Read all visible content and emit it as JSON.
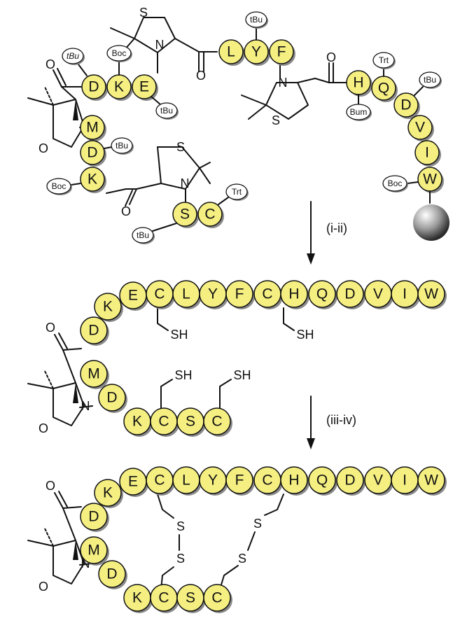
{
  "colors": {
    "residue_fill": "#f5ef82",
    "residue_stroke": "#111111",
    "residue_shadow": "#8a8a8a",
    "pg_fill": "#ffffff",
    "bond": "#111111"
  },
  "atoms": {
    "O": "O",
    "N": "N",
    "S": "S",
    "SH": "SH"
  },
  "conditions": {
    "step1": "(i-ii)",
    "step2": "(iii-iv)"
  },
  "panel1": {
    "chain1": [
      "D",
      "K",
      "E"
    ],
    "chain2": [
      "L",
      "Y",
      "F"
    ],
    "chain3": [
      "H",
      "Q",
      "D",
      "V",
      "I",
      "W"
    ],
    "chain4": [
      "M",
      "D",
      "K"
    ],
    "chain5": [
      "S",
      "C"
    ],
    "protecting_groups": {
      "D1": "tBu",
      "K1": "Boc",
      "E": "tBu",
      "Y": "tBu",
      "H": "Bum",
      "Q": "Trt",
      "D2": "tBu",
      "W": "Boc",
      "D3": "tBu",
      "K2": "Boc",
      "S": "tBu",
      "C": "Trt"
    }
  },
  "panel2": {
    "top": [
      "D",
      "K",
      "E",
      "C",
      "L",
      "Y",
      "F",
      "C",
      "H",
      "Q",
      "D",
      "V",
      "I",
      "W"
    ],
    "bottom": [
      "M",
      "D",
      "K",
      "C",
      "S",
      "C"
    ]
  },
  "panel3": {
    "top": [
      "D",
      "K",
      "E",
      "C",
      "L",
      "Y",
      "F",
      "C",
      "H",
      "Q",
      "D",
      "V",
      "I",
      "W"
    ],
    "bottom": [
      "M",
      "D",
      "K",
      "C",
      "S",
      "C"
    ]
  }
}
